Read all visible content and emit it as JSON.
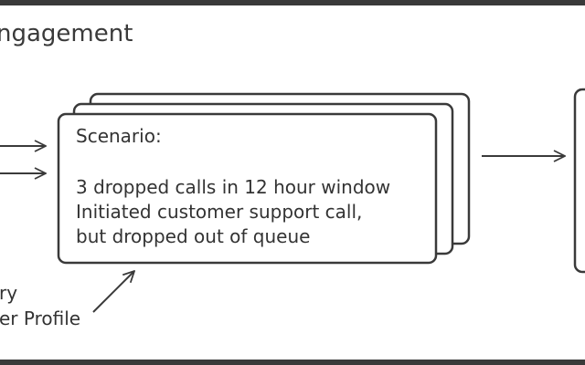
{
  "header": {
    "title": "ngagement"
  },
  "scenario_card": {
    "heading": "Scenario:",
    "lines": [
      "3 dropped calls in 12 hour window",
      "Initiated customer support call,",
      "but dropped out of queue"
    ]
  },
  "bottom_left_label": {
    "line1": "ry",
    "line2": "er Profile"
  },
  "colors": {
    "stroke": "#3a3a3a",
    "text": "#333333",
    "background": "#ffffff"
  }
}
